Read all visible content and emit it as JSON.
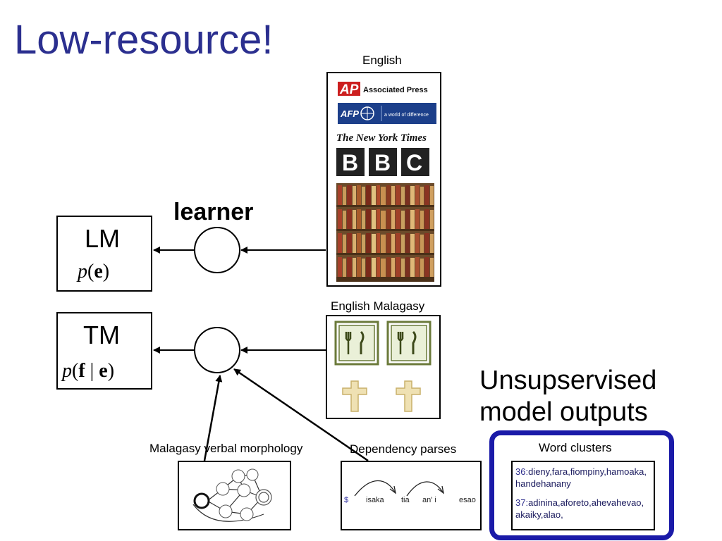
{
  "title": "Low-resource!",
  "english_label": "English",
  "learner_label": "learner",
  "lm": {
    "name": "LM",
    "formula_p": "p",
    "formula_var": "e"
  },
  "tm": {
    "name": "TM",
    "formula_p": "p",
    "formula_f": "f",
    "formula_bar": "|",
    "formula_e": "e"
  },
  "parallel_label": "English  Malagasy",
  "unsupervised_label": [
    "Unsupservised",
    "model outputs"
  ],
  "morphology_label": "Malagasy verbal morphology",
  "dependency_label": "Dependency parses",
  "dependency_words": [
    "$",
    "isaka",
    "tia",
    "an' i",
    "esao"
  ],
  "clusters": {
    "title": "Word clusters",
    "items": [
      {
        "id": "36:",
        "words": "dieny,fara,fiompiny,hamoaka, handehanany"
      },
      {
        "id": "37:",
        "words": "adinina,aforeto,ahevahevao, akaiky,alao,"
      }
    ]
  },
  "source_logos": [
    "AP Associated Press",
    "AFP a world of difference",
    "The New York Times",
    "BBC"
  ],
  "colors": {
    "title": "#2b2f8f",
    "highlight_border": "#1a1aa8",
    "icon_green": "#6b7a3a",
    "cross": "#e8d6a0"
  }
}
